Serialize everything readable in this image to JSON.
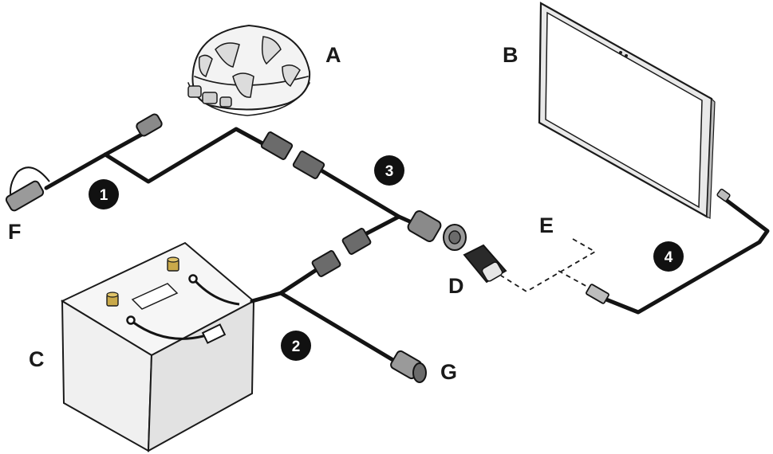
{
  "diagram": {
    "components": [
      {
        "id": "A",
        "label": "A",
        "icon": "gps-antenna-dome-icon"
      },
      {
        "id": "B",
        "label": "B",
        "icon": "tablet-icon"
      },
      {
        "id": "C",
        "label": "C",
        "icon": "battery-icon"
      },
      {
        "id": "D",
        "label": "D",
        "icon": "car-usb-charger-icon"
      },
      {
        "id": "E",
        "label": "E",
        "icon": "usb-cable-dashed-icon"
      },
      {
        "id": "F",
        "label": "F",
        "icon": "m12-connector-icon"
      },
      {
        "id": "G",
        "label": "G",
        "icon": "socket-connector-icon"
      }
    ],
    "cables": [
      {
        "number": "1",
        "label": "1"
      },
      {
        "number": "2",
        "label": "2"
      },
      {
        "number": "3",
        "label": "3"
      },
      {
        "number": "4",
        "label": "4"
      }
    ],
    "colors": {
      "cable": "#141414",
      "outline": "#1a1a1a",
      "fill_light": "#f4f4f4",
      "badge": "#111111"
    }
  }
}
